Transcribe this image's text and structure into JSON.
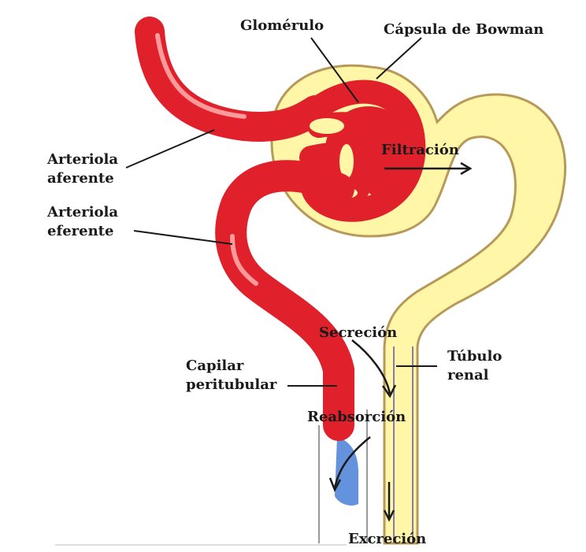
{
  "labels": {
    "glomerulo": "Glomérulo",
    "capsula": "Cápsula de Bowman",
    "arteriola_aferente_1": "Arteriola",
    "arteriola_aferente_2": "aferente",
    "arteriola_eferente_1": "Arteriola",
    "arteriola_eferente_2": "eferente",
    "filtracion": "Filtración",
    "secrecion": "Secreción",
    "tubulo_1": "Túbulo",
    "tubulo_2": "renal",
    "capilar_1": "Capilar",
    "capilar_2": "peritubular",
    "reabsorcion": "Reabsorción",
    "excrecion": "Excreción"
  },
  "colors": {
    "vessel_red": "#e0202a",
    "vessel_dark": "#a8101a",
    "vessel_highlight": "#ff9a9a",
    "capsule_yellow": "#fff6a8",
    "capsule_edge": "#b79a5a",
    "tubule_border": "#8a7aa8",
    "blue": "#4a7fd6"
  }
}
